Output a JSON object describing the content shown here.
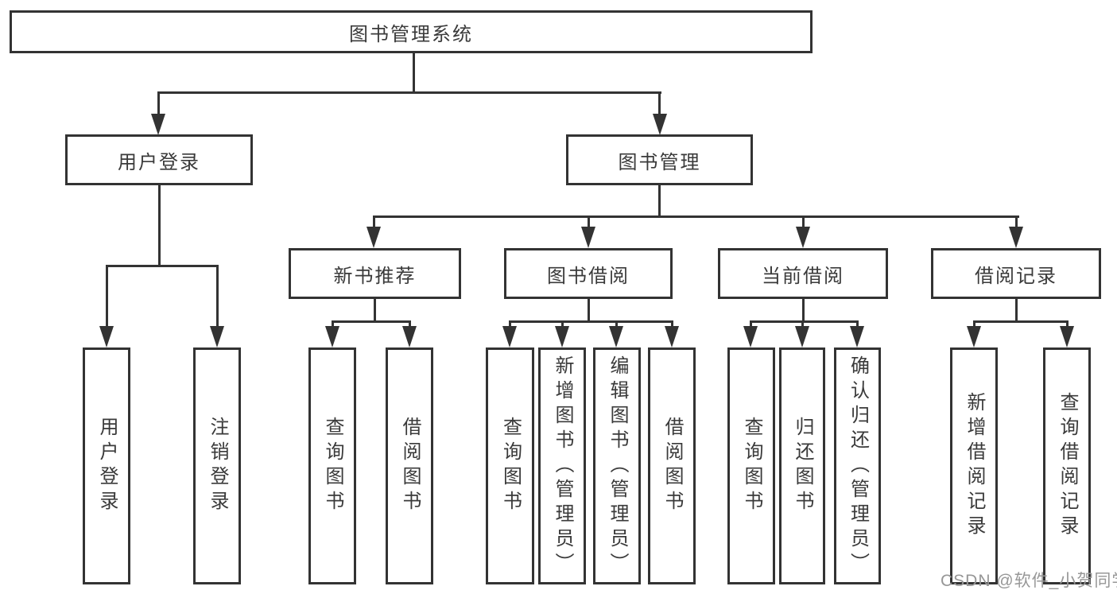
{
  "tree": {
    "root": "图书管理系统",
    "children": [
      {
        "label": "用户登录",
        "children": [
          "用户登录",
          "注销登录"
        ]
      },
      {
        "label": "图书管理",
        "children": [
          {
            "label": "新书推荐",
            "children": [
              "查询图书",
              "借阅图书"
            ]
          },
          {
            "label": "图书借阅",
            "children": [
              "查询图书",
              "新增图书（管理员）",
              "编辑图书（管理员）",
              "借阅图书"
            ]
          },
          {
            "label": "当前借阅",
            "children": [
              "查询图书",
              "归还图书",
              "确认归还（管理员）"
            ]
          },
          {
            "label": "借阅记录",
            "children": [
              "新增借阅记录",
              "查询借阅记录"
            ]
          }
        ]
      }
    ]
  },
  "watermark": "CSDN @软件_小贺同学",
  "colors": {
    "line": "#333333",
    "text": "#3a3a3a",
    "background": "#ffffff",
    "watermark": "#979797"
  }
}
